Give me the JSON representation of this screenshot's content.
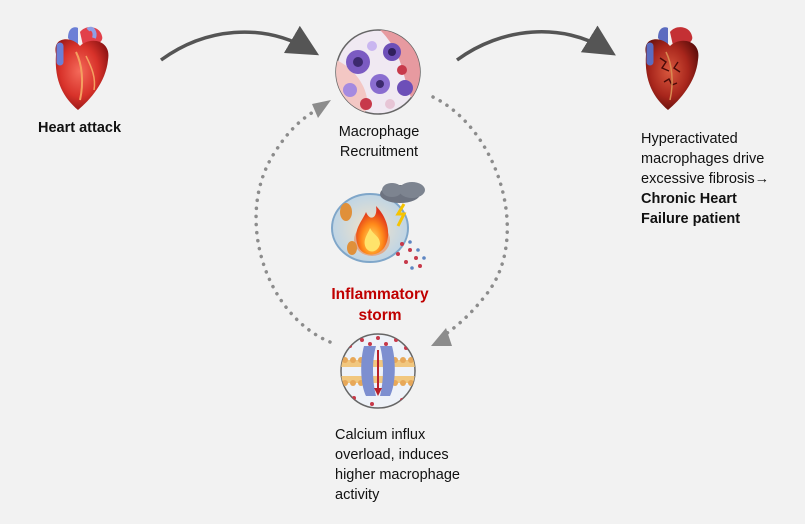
{
  "colors": {
    "background": "#f2f2f2",
    "arrow": "#555555",
    "storm_text": "#c00000",
    "dotted_cycle": "#8c8c8c"
  },
  "nodes": {
    "heart_attack": {
      "label": "Heart attack",
      "icon": "heart-icon"
    },
    "recruitment": {
      "lines": [
        "Macrophage",
        "Recruitment"
      ],
      "icon": "macrophage-cells-icon"
    },
    "storm": {
      "lines": [
        "Inflammatory",
        "storm"
      ],
      "icon": "inflamed-cell-icon"
    },
    "calcium": {
      "lines": [
        "Calcium influx",
        "overload, induces",
        "higher macrophage",
        "activity"
      ],
      "icon": "ion-channel-icon"
    },
    "chronic": {
      "lines": [
        "Hyperactivated",
        "macrophages drive",
        "excessive fibrosis→"
      ],
      "bold_lines": [
        "Chronic Heart",
        "Failure patient"
      ],
      "icon": "diseased-heart-icon"
    }
  }
}
